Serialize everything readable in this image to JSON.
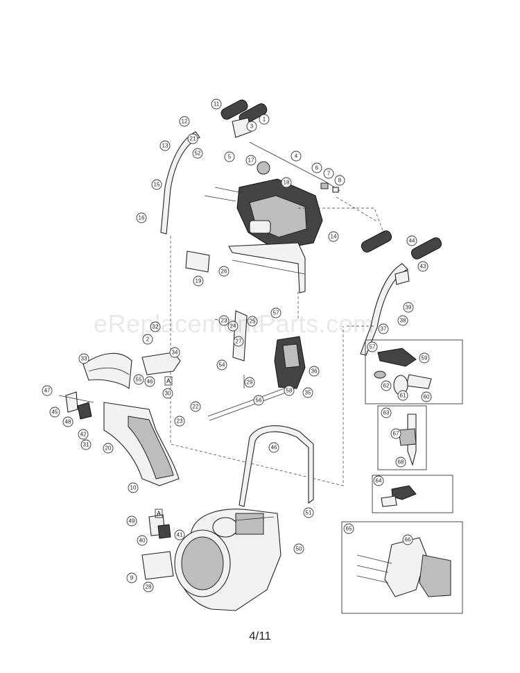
{
  "watermark": "eReplacementParts.com",
  "page_number": "4/11",
  "callouts": [
    {
      "label": "11"
    },
    {
      "label": "1"
    },
    {
      "label": "12"
    },
    {
      "label": "3"
    },
    {
      "label": "21"
    },
    {
      "label": "13"
    },
    {
      "label": "52"
    },
    {
      "label": "5"
    },
    {
      "label": "4"
    },
    {
      "label": "17"
    },
    {
      "label": "6"
    },
    {
      "label": "7"
    },
    {
      "label": "8"
    },
    {
      "label": "18"
    },
    {
      "label": "15"
    },
    {
      "label": "16"
    },
    {
      "label": "14"
    },
    {
      "label": "44"
    },
    {
      "label": "43"
    },
    {
      "label": "26"
    },
    {
      "label": "19"
    },
    {
      "label": "39"
    },
    {
      "label": "38"
    },
    {
      "label": "37"
    },
    {
      "label": "32"
    },
    {
      "label": "23"
    },
    {
      "label": "25"
    },
    {
      "label": "24"
    },
    {
      "label": "57"
    },
    {
      "label": "2"
    },
    {
      "label": "27"
    },
    {
      "label": "34"
    },
    {
      "label": "33"
    },
    {
      "label": "57"
    },
    {
      "label": "59"
    },
    {
      "label": "55"
    },
    {
      "label": "46"
    },
    {
      "label": "54"
    },
    {
      "label": "36"
    },
    {
      "label": "62"
    },
    {
      "label": "61"
    },
    {
      "label": "60"
    },
    {
      "label": "47"
    },
    {
      "label": "29"
    },
    {
      "label": "30"
    },
    {
      "label": "58"
    },
    {
      "label": "35"
    },
    {
      "label": "45"
    },
    {
      "label": "56"
    },
    {
      "label": "22"
    },
    {
      "label": "63"
    },
    {
      "label": "48"
    },
    {
      "label": "23"
    },
    {
      "label": "42"
    },
    {
      "label": "31"
    },
    {
      "label": "20"
    },
    {
      "label": "67"
    },
    {
      "label": "46"
    },
    {
      "label": "68"
    },
    {
      "label": "10"
    },
    {
      "label": "64"
    },
    {
      "label": "51"
    },
    {
      "label": "49"
    },
    {
      "label": "41"
    },
    {
      "label": "40"
    },
    {
      "label": "65"
    },
    {
      "label": "66"
    },
    {
      "label": "50"
    },
    {
      "label": "9"
    },
    {
      "label": "28"
    }
  ],
  "reference_marks": [
    {
      "label": "A"
    },
    {
      "label": "A"
    }
  ]
}
